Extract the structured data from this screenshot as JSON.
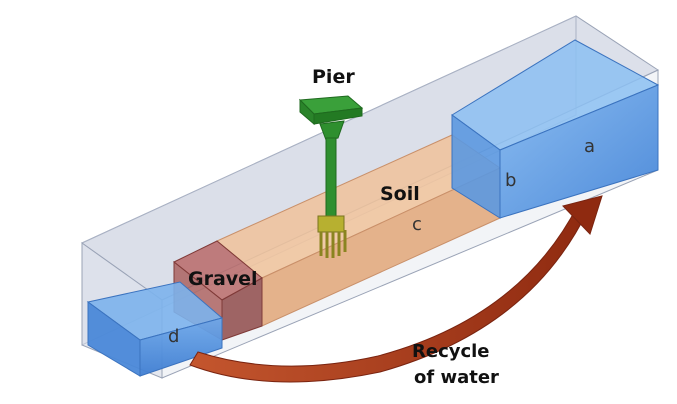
{
  "labels": {
    "pier": "Pier",
    "soil": "Soil",
    "gravel": "Gravel",
    "recycle_line1": "Recycle",
    "recycle_line2": "of water",
    "zone_a": "a",
    "zone_b": "b",
    "zone_c": "c",
    "zone_d": "d"
  },
  "colors": {
    "flume_glass": "#b8c2d6",
    "water": "#4a90e2",
    "soil": "#e0a97c",
    "gravel": "#9b4a4a",
    "pier": "#2e8b2e",
    "arrow": "#9b2e14"
  }
}
